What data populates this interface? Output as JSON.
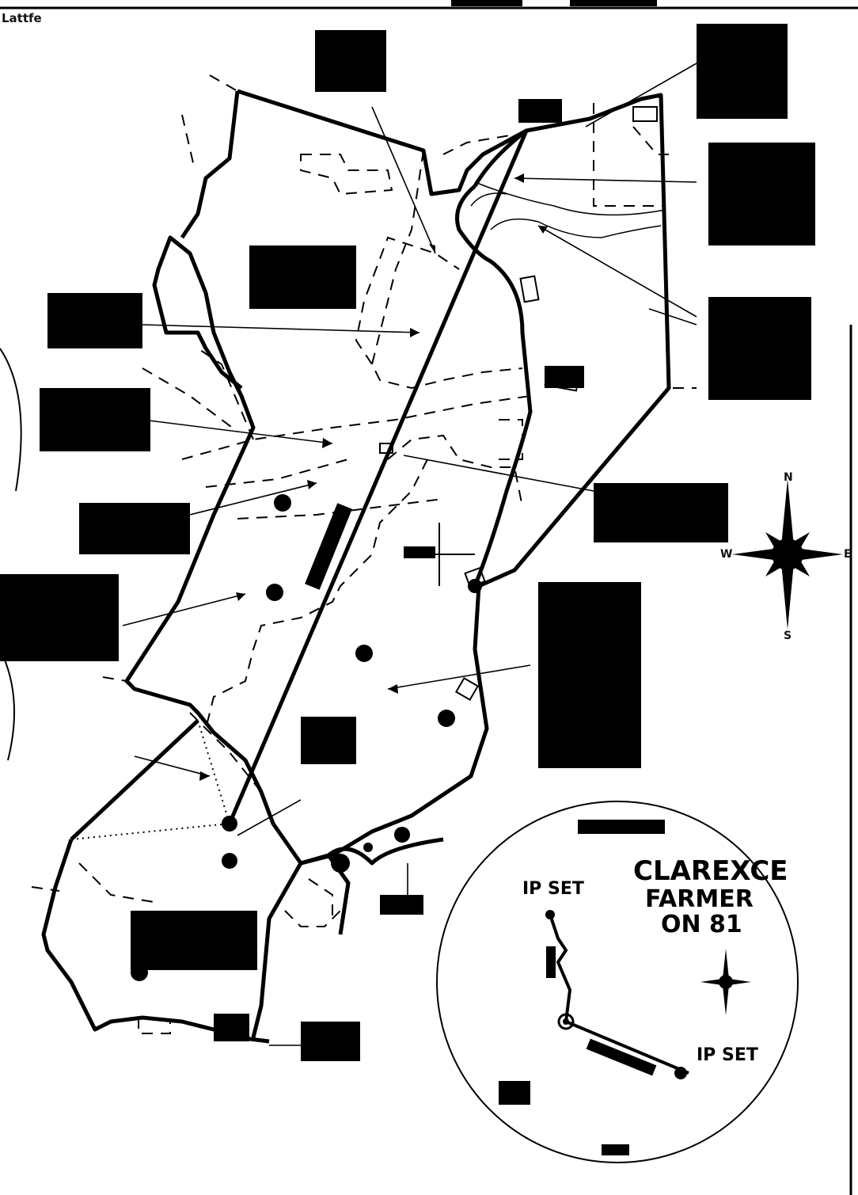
{
  "corner_label": "Lattfe",
  "inset": {
    "title_lines": [
      "CLAREXCE",
      "FARMER",
      "ON 81"
    ],
    "ip_set_left": "IP SET",
    "ip_set_right": "IP SET"
  },
  "compass": {
    "north": "N",
    "south": "S",
    "east": "E",
    "west": "W"
  },
  "colors": {
    "ink": "#000000",
    "paper": "#ffffff"
  }
}
